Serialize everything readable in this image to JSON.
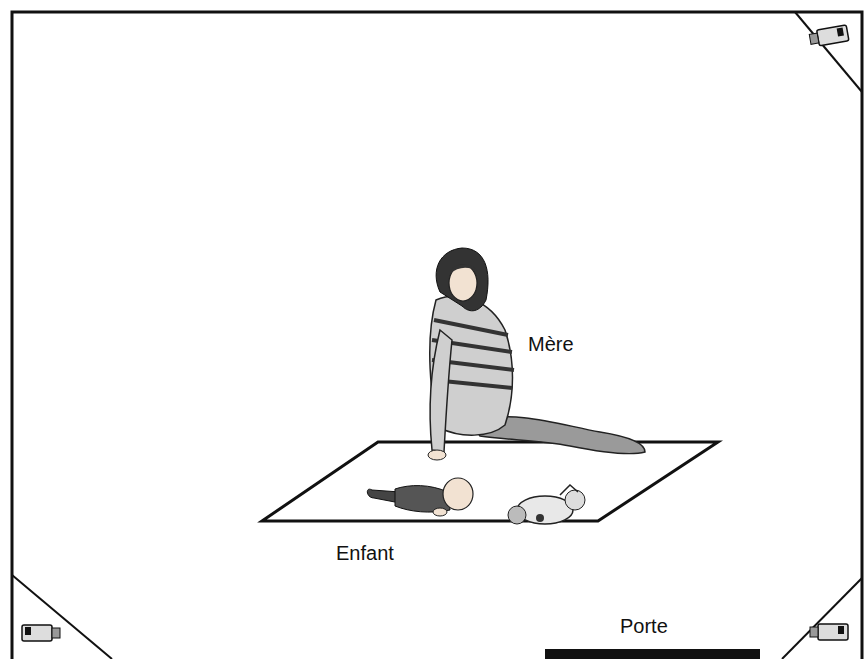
{
  "diagram": {
    "labels": [
      "Mère",
      "Enfant",
      "Porte"
    ]
  }
}
